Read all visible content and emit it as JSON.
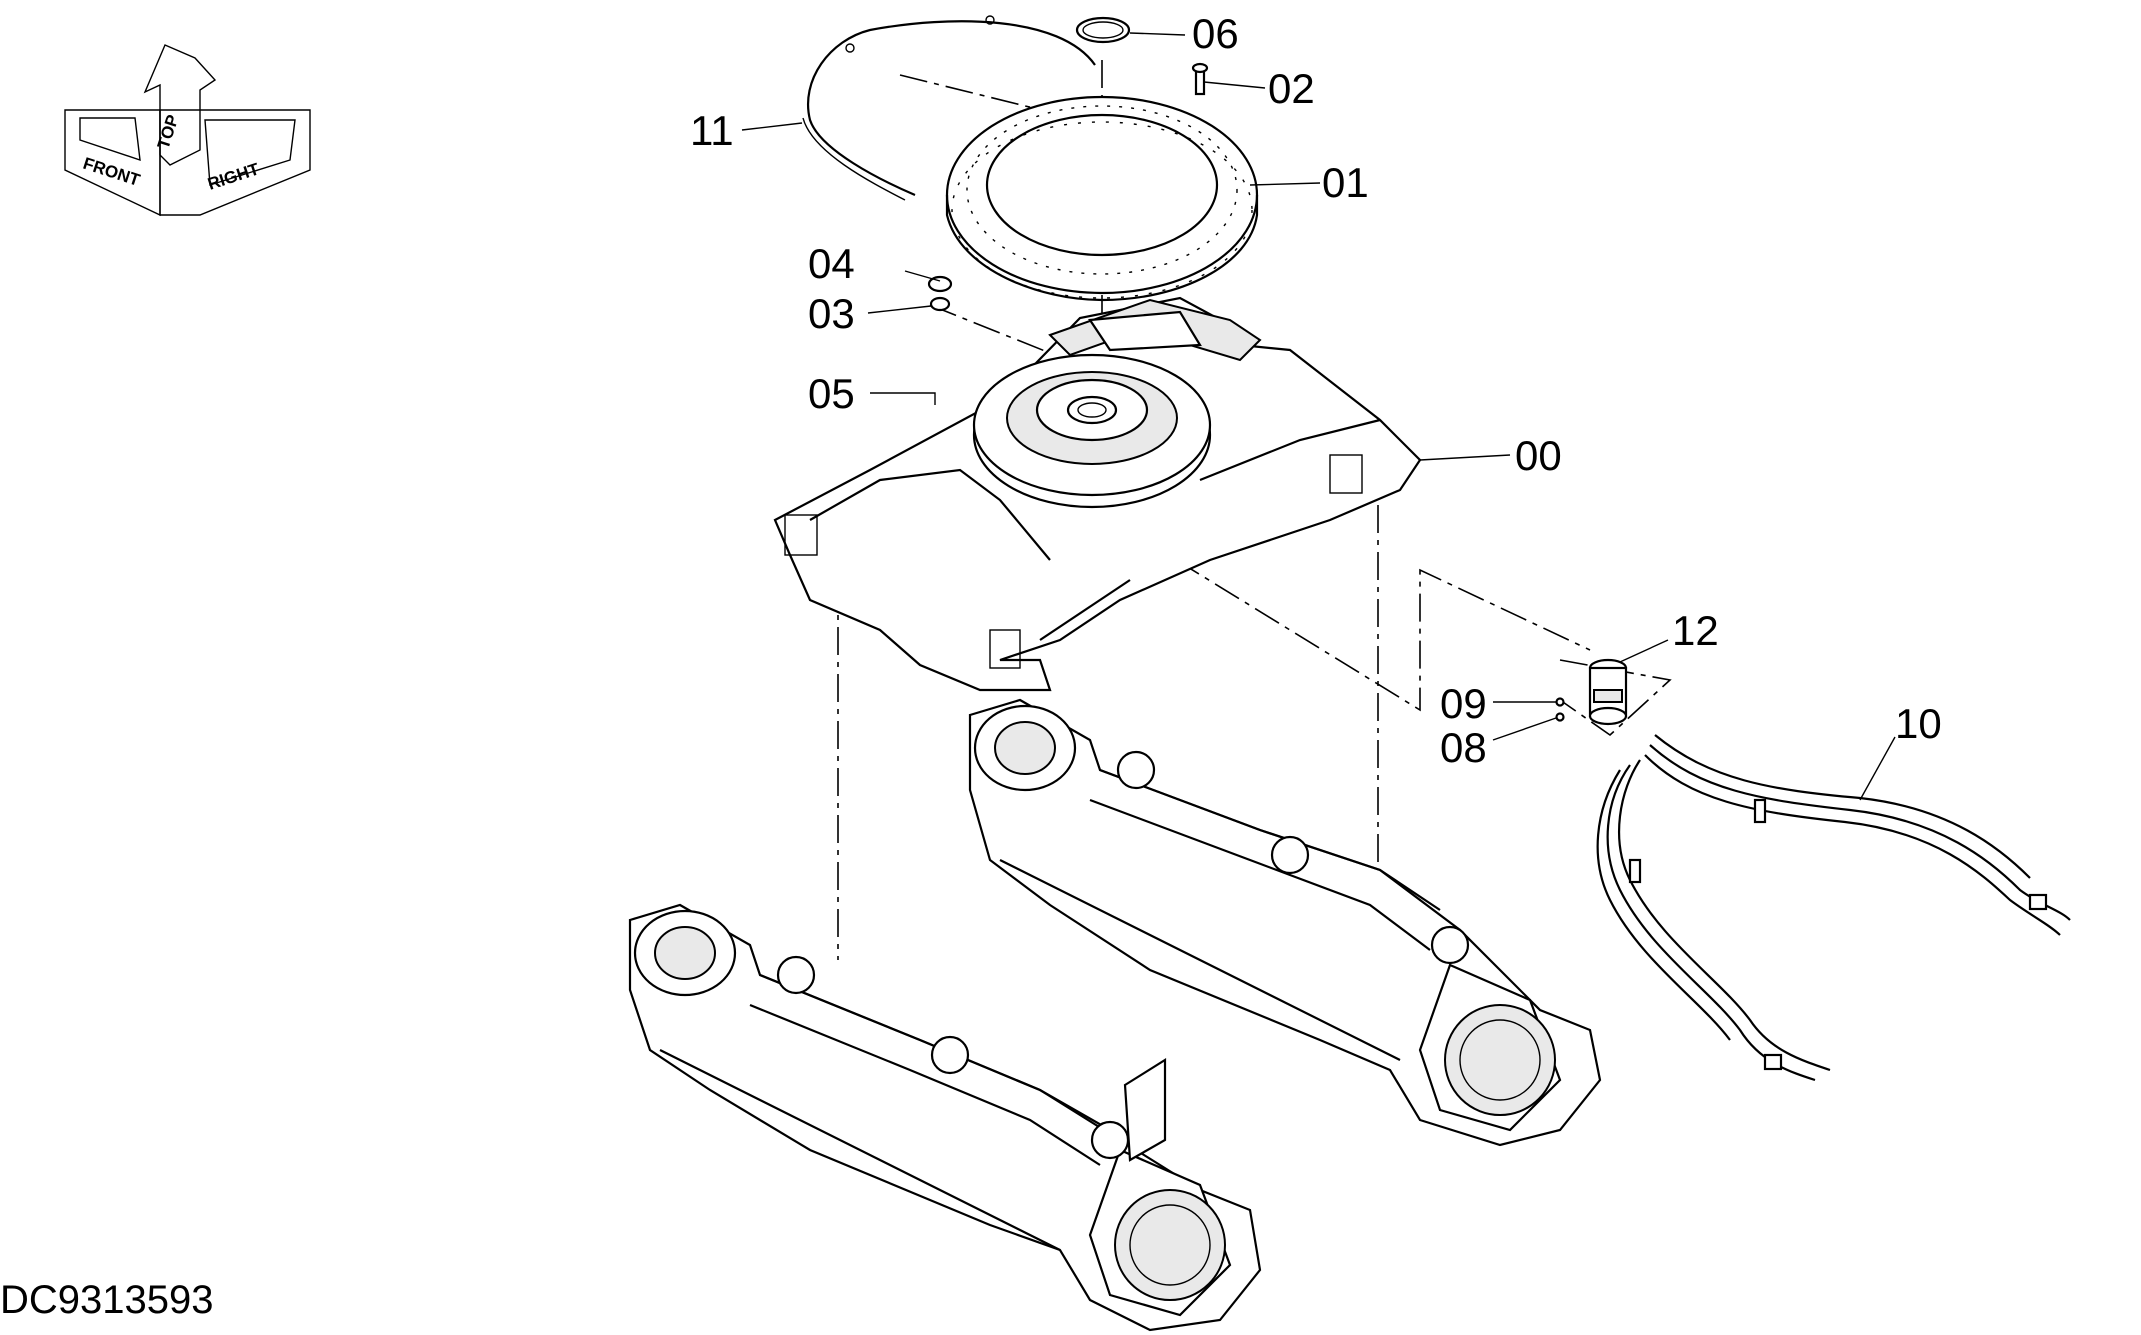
{
  "orientation": {
    "front": "FRONT",
    "top": "TOP",
    "right": "RIGHT"
  },
  "callouts": {
    "c00": "00",
    "c01": "01",
    "c02": "02",
    "c03": "03",
    "c04": "04",
    "c05": "05",
    "c06": "06",
    "c08": "08",
    "c09": "09",
    "c10": "10",
    "c11": "11",
    "c12": "12"
  },
  "drawing_code": "DC9313593"
}
